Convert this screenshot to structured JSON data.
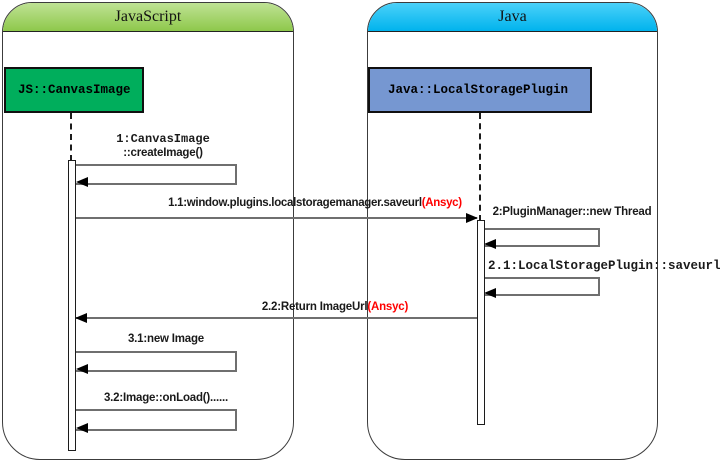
{
  "diagram": {
    "kind": "uml-sequence-diagram",
    "frames": [
      {
        "title": "JavaScript"
      },
      {
        "title": "Java"
      }
    ],
    "participants": [
      {
        "label": "JS::CanvasImage"
      },
      {
        "label": "Java::LocalStoragePlugin"
      }
    ],
    "messages": [
      {
        "line1": "1:CanvasImage",
        "line2": "::createImage()",
        "kind": "self"
      },
      {
        "text": "1.1:window.plugins.localstoragemanager.saveurl",
        "annotation": "(Ansyc)",
        "kind": "call-right"
      },
      {
        "text": "2:PluginManager::new Thread",
        "kind": "self"
      },
      {
        "text": "2.1:LocalStoragePlugin::saveurl",
        "kind": "self"
      },
      {
        "text": "2.2:Return ImageUrl",
        "annotation": "(Ansyc)",
        "kind": "return-left"
      },
      {
        "text": "3.1:new Image",
        "kind": "self"
      },
      {
        "text": "3.2:Image::onLoad()......",
        "kind": "self"
      }
    ]
  },
  "colors": {
    "frame_js_header_top": "#BFE294",
    "frame_js_header_bottom": "#8EC84B",
    "frame_java_header_top": "#4BD1F9",
    "frame_java_header_bottom": "#00B3ED",
    "participant_js_fill": "#00AE5C",
    "participant_java_fill": "#7697D1",
    "annotation_red": "#FF0000",
    "message_line": "#6F6F6F"
  }
}
